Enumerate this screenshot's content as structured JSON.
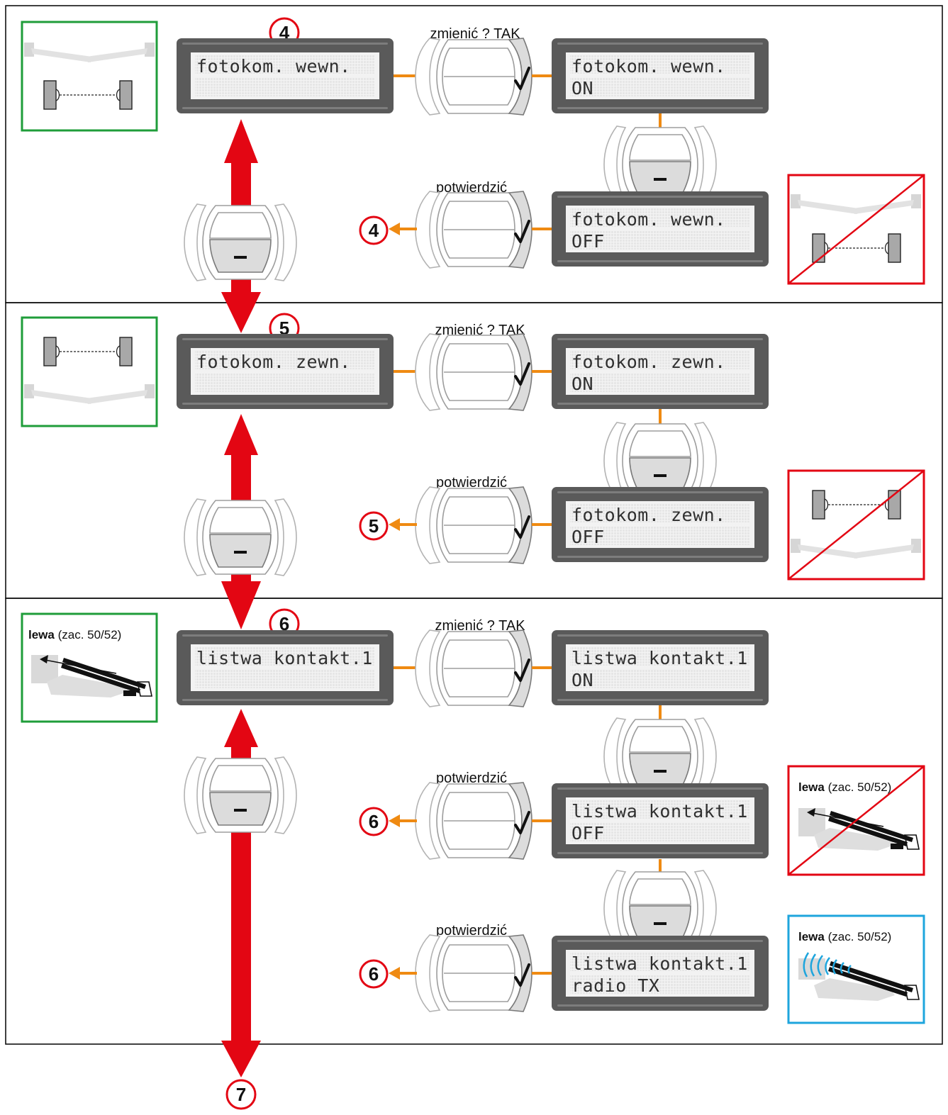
{
  "sections": [
    {
      "step": "4",
      "change_label": "zmienić ? TAK",
      "confirm_labels": [
        "potwierdzić"
      ],
      "lcd_main": [
        "fotokom. wewn.",
        ""
      ],
      "lcd_options": [
        [
          "fotokom. wewn.",
          "ON"
        ],
        [
          "fotokom. wewn.",
          "OFF"
        ]
      ],
      "icon_on": "photocell-inside-icon",
      "icon_off": "photocell-inside-disabled-icon"
    },
    {
      "step": "5",
      "change_label": "zmienić ? TAK",
      "confirm_labels": [
        "potwierdzić"
      ],
      "lcd_main": [
        "fotokom. zewn.",
        ""
      ],
      "lcd_options": [
        [
          "fotokom. zewn.",
          "ON"
        ],
        [
          "fotokom. zewn.",
          "OFF"
        ]
      ],
      "icon_on": "photocell-outside-icon",
      "icon_off": "photocell-outside-disabled-icon"
    },
    {
      "step": "6",
      "change_label": "zmienić ? TAK",
      "confirm_labels": [
        "potwierdzić",
        "potwierdzić"
      ],
      "lcd_main": [
        "listwa kontakt.1",
        ""
      ],
      "lcd_options": [
        [
          "listwa kontakt.1",
          "ON"
        ],
        [
          "listwa kontakt.1",
          "OFF"
        ],
        [
          "listwa kontakt.1",
          "radio TX"
        ]
      ],
      "caption_bold": "lewa",
      "caption_rest": " (zac. 50/52)",
      "icon_on": "safety-edge-icon",
      "icon_off": "safety-edge-disabled-icon",
      "icon_radio": "safety-edge-radio-icon"
    }
  ],
  "next_step": "7",
  "colors": {
    "frame_green": "#1f9d3a",
    "frame_red": "#e30613",
    "frame_blue": "#1ea5dd",
    "arrow_red": "#e30613",
    "connector_orange": "#ef8a12",
    "lcd_bezel": "#5a5a5a",
    "lcd_screen": "#f2f2f2"
  },
  "icons": {
    "button_minus": "minus-button-icon",
    "button_confirm": "checkmark-button-icon"
  }
}
